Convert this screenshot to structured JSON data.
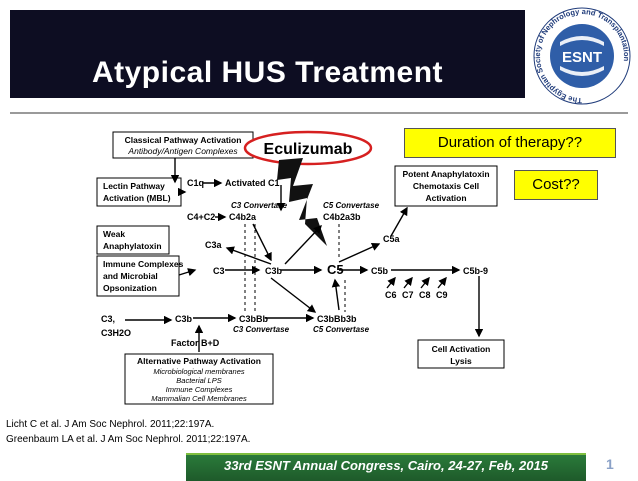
{
  "slide": {
    "title": "Atypical HUS Treatment",
    "callout_duration": "Duration of therapy??",
    "callout_cost": "Cost??",
    "citations": [
      "Licht C et al. J Am Soc Nephrol. 2011;22:197A.",
      "Greenbaum LA et al. J Am Soc Nephrol. 2011;22:197A."
    ],
    "footer": "33rd ESNT Annual Congress, Cairo, 24-27, Feb, 2015",
    "page_number": "1"
  },
  "logo": {
    "abbr": "ESNT",
    "ring_text": "The Egyptian Society of Nephrology and Transplantation"
  },
  "diagram": {
    "drug": "Eculizumab",
    "classical": {
      "title": "Classical Pathway Activation",
      "subtitle": "Antibody/Antigen Complexes"
    },
    "lectin": {
      "line1": "Lectin Pathway",
      "line2": "Activation (MBL)"
    },
    "weak": {
      "line1": "Weak",
      "line2": "Anaphylatoxin"
    },
    "immune": {
      "line1": "Immune Complexes",
      "line2": "and Microbial",
      "line3": "Opsonization"
    },
    "potent": {
      "line1": "Potent Anaphylatoxin",
      "line2": "Chemotaxis Cell",
      "line3": "Activation"
    },
    "cell_activation": {
      "line1": "Cell Activation",
      "line2": "Lysis"
    },
    "alternative": {
      "title": "Alternative Pathway Activation",
      "items": [
        "Microbiological membranes",
        "Bacterial LPS",
        "Immune Complexes",
        "Mammalian Cell Membranes"
      ]
    },
    "labels": {
      "c1q": "C1q",
      "activated_c1": "Activated C1",
      "c4c2": "C4+C2",
      "c3_convertase_top": "C3 Convertase",
      "c4b2a": "C4b2a",
      "c5_convertase_top": "C5 Convertase",
      "c4b2a3b": "C4b2a3b",
      "c3a": "C3a",
      "c5a": "C5a",
      "c3": "C3",
      "c3b": "C3b",
      "c5": "C5",
      "c5b": "C5b",
      "c5b9": "C5b-9",
      "c6": "C6",
      "c7": "C7",
      "c8": "C8",
      "c9": "C9",
      "c3_alt": "C3,",
      "c3h2o": "C3H2O",
      "c3b_alt": "C3b",
      "c3bbb": "C3bBb",
      "c3_convertase_bottom": "C3 Convertase",
      "c3bbb3b": "C3bBb3b",
      "c5_convertase_bottom": "C5 Convertase",
      "factor_bd": "Factor B+D"
    }
  }
}
